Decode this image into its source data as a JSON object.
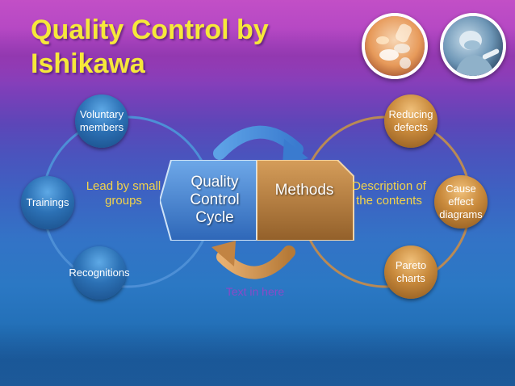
{
  "slide": {
    "title_line1": "Quality Control by",
    "title_line2": "Ishikawa"
  },
  "center": {
    "quality_line1": "Quality",
    "quality_line2": "Control",
    "quality_line3": "Cycle",
    "methods": "Methods"
  },
  "left": {
    "nodes": [
      {
        "line1": "Voluntary",
        "line2": "members"
      },
      {
        "line1": "Trainings"
      },
      {
        "line1": "Recognitions"
      }
    ],
    "label_line1": "Lead by small",
    "label_line2": "groups"
  },
  "right": {
    "nodes": [
      {
        "line1": "Reducing",
        "line2": "defects"
      },
      {
        "line1": "Cause effect",
        "line2": "diagrams"
      },
      {
        "line1": "Pareto",
        "line2": "charts"
      }
    ],
    "label_line1": "Description of",
    "label_line2": "the contents"
  },
  "bottom_text": "Text in here",
  "colors": {
    "title": "#f6e83a",
    "blue_node": "#2c71b5",
    "orange_node": "#c98a3c",
    "methods_box": "#b27a3c",
    "quality_box": "#3f7fcf",
    "label_left": "#f2d34a",
    "label_right": "#f2d34a",
    "bottom_text": "#8a4ac8",
    "arrow": "#4a90d8"
  }
}
